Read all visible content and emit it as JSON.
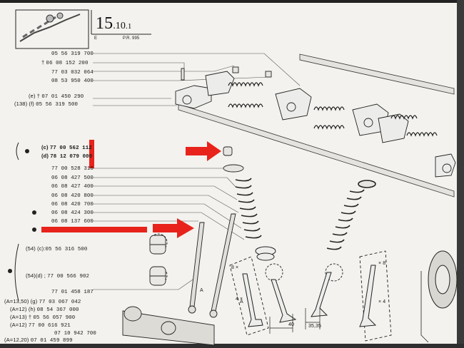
{
  "header": {
    "section_number": "15",
    "section_sub": ".10",
    "section_page": ".1",
    "edition_letter": "E",
    "pr_ref": "P.R. 995"
  },
  "parts": [
    {
      "prefix": "",
      "code": "05 56 319 700"
    },
    {
      "prefix": "†",
      "code": "06 08 152 200"
    },
    {
      "prefix": "",
      "code": "77 03 032 064"
    },
    {
      "prefix": "",
      "code": "08 53 950 400"
    },
    {
      "prefix": "(e) † ",
      "code": "07 01 450 290"
    },
    {
      "prefix": "(138) (f)",
      "code": "05 56 319 500"
    },
    {
      "prefix": "(c)",
      "code": "77 00 562 112"
    },
    {
      "prefix": "(d)",
      "code": "78 12 079 000"
    },
    {
      "prefix": "",
      "code": "77 00 528 318"
    },
    {
      "prefix": "",
      "code": "06 08 427 500"
    },
    {
      "prefix": "",
      "code": "06 08 427 400"
    },
    {
      "prefix": "",
      "code": "06 08 420 800"
    },
    {
      "prefix": "",
      "code": "06 08 420 700"
    },
    {
      "prefix": "",
      "code": "06 08 424 300"
    },
    {
      "prefix": "",
      "code": "06 08 137 600"
    },
    {
      "prefix": "(54) (c):",
      "code": "05 56 316 500"
    },
    {
      "prefix": "(54)(d) ;",
      "code": "77 00 566 902"
    },
    {
      "prefix": "",
      "code": "77 01 458 187"
    },
    {
      "prefix": "(A=13,50) (g)",
      "code": "77 03 067 042"
    },
    {
      "prefix": "(A=12) (h)",
      "code": "08 54 367 000"
    },
    {
      "prefix": "(A=13) † ",
      "code": "05 56 057 900"
    },
    {
      "prefix": "(A=12)",
      "code": "77 00 616 921"
    },
    {
      "prefix": "",
      "code": "07 10 942 700"
    },
    {
      "prefix": "(A=12,20)",
      "code": "07 01 459 899"
    }
  ],
  "diagram_labels": {
    "dim_40": "40",
    "dim_35": "35,35",
    "label_A1": "A",
    "label_A2": "A",
    "label_8x_left": "8 ×",
    "label_8x_right": "× 8",
    "label_4x_left": "4 ×",
    "label_4x_right": "× 4"
  },
  "colors": {
    "annotation_red": "#e8231c",
    "paper": "#f3f2ee",
    "ink": "#1a1a1a"
  }
}
